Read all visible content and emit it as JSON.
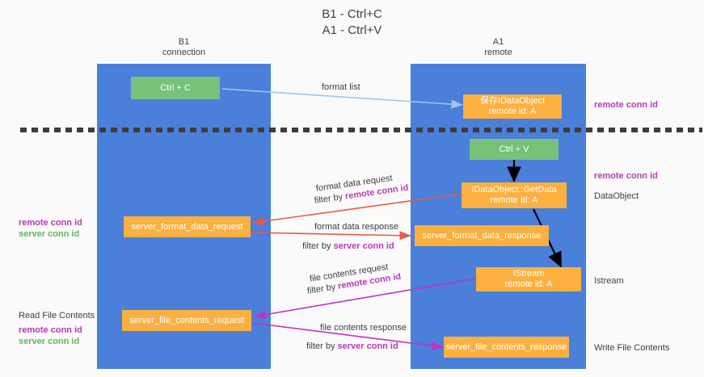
{
  "title": {
    "line1": "B1 - Ctrl+C",
    "line2": "A1 - Ctrl+V"
  },
  "colors": {
    "lane": "#4a7fda",
    "green_box": "#77c17a",
    "orange_box": "#fbb040",
    "pink_text": "#b53bb5",
    "green_text": "#5cb85c",
    "red_arrow": "#e8594a",
    "magenta_arrow": "#c033c0",
    "blue_arrow": "#9fc5e8",
    "black_arrow": "#000000",
    "background": "#fafafa"
  },
  "columns": [
    {
      "name": "B1",
      "sub": "connection"
    },
    {
      "name": "A1",
      "sub": "remote"
    }
  ],
  "boxes": {
    "ctrl_c": "Ctrl + C",
    "ctrl_v": "Ctrl + V",
    "save_idataobject_l1": "保存IDataObject",
    "save_idataobject_l2": "remote id: A",
    "getdata_l1": "IDataObject::GetData",
    "getdata_l2": "remote id: A",
    "istream_l1": "IStream",
    "istream_l2": "remote id: A",
    "server_format_data_request": "server_format_data_request",
    "server_format_data_response": "server_format_data_response",
    "server_file_contents_request": "server_file_contents_request",
    "server_file_contents_response": "server_file_contents_response"
  },
  "arrow_labels": {
    "format_list": "format list",
    "format_data_request": "format data request",
    "format_data_request_filter_pre": "filter by ",
    "format_data_request_filter_key": "remote conn id",
    "format_data_response": "format data response",
    "format_data_response_filter_pre": "filter by ",
    "format_data_response_filter_key": "server conn id",
    "file_contents_request": "file contents request",
    "file_contents_request_filter_pre": "filter by ",
    "file_contents_request_filter_key": "remote conn id",
    "file_contents_response": "file contents response",
    "file_contents_response_filter_pre": "filter by ",
    "file_contents_response_filter_key": "server conn id"
  },
  "side_labels": {
    "right_remote_conn_id_1": "remote conn id",
    "right_remote_conn_id_2": "remote conn id",
    "right_dataobject": "DataObject",
    "right_istream": "Istream",
    "right_write_file_contents": "Write File Contents",
    "left_remote_conn_id_1": "remote conn id",
    "left_server_conn_id_1": "server conn id",
    "left_read_file_contents": "Read File Contents",
    "left_remote_conn_id_2": "remote conn id",
    "left_server_conn_id_2": "server conn id"
  }
}
